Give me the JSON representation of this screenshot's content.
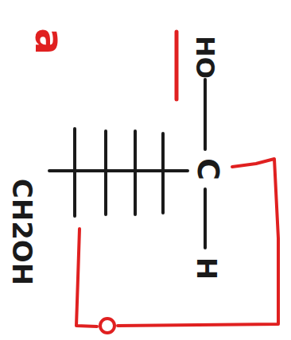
{
  "diagram": {
    "labels": [
      "a",
      "HO",
      "C",
      "H",
      "CH2OH"
    ]
  }
}
